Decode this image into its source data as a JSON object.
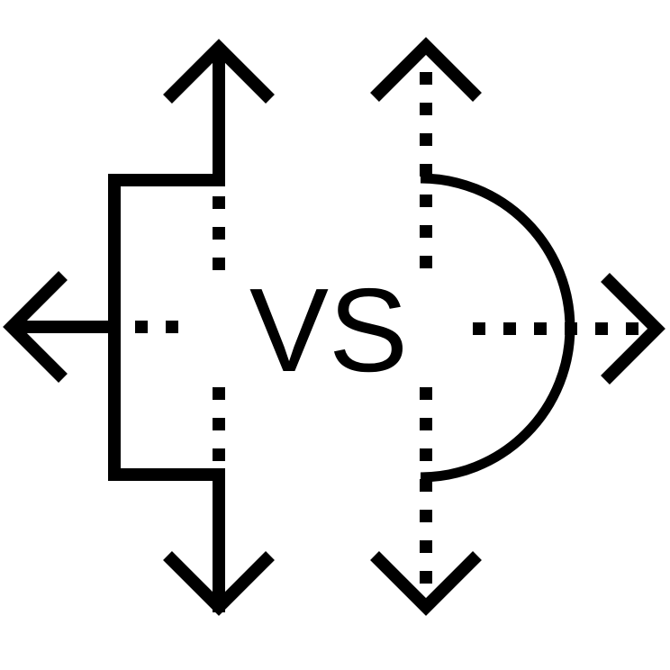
{
  "diagram": {
    "center_label": "VS",
    "left_shape": "rectangular-bracket-with-arrows",
    "right_shape": "semicircle-with-dotted-arrows",
    "stroke_color": "#000000",
    "background_color": "#ffffff"
  }
}
